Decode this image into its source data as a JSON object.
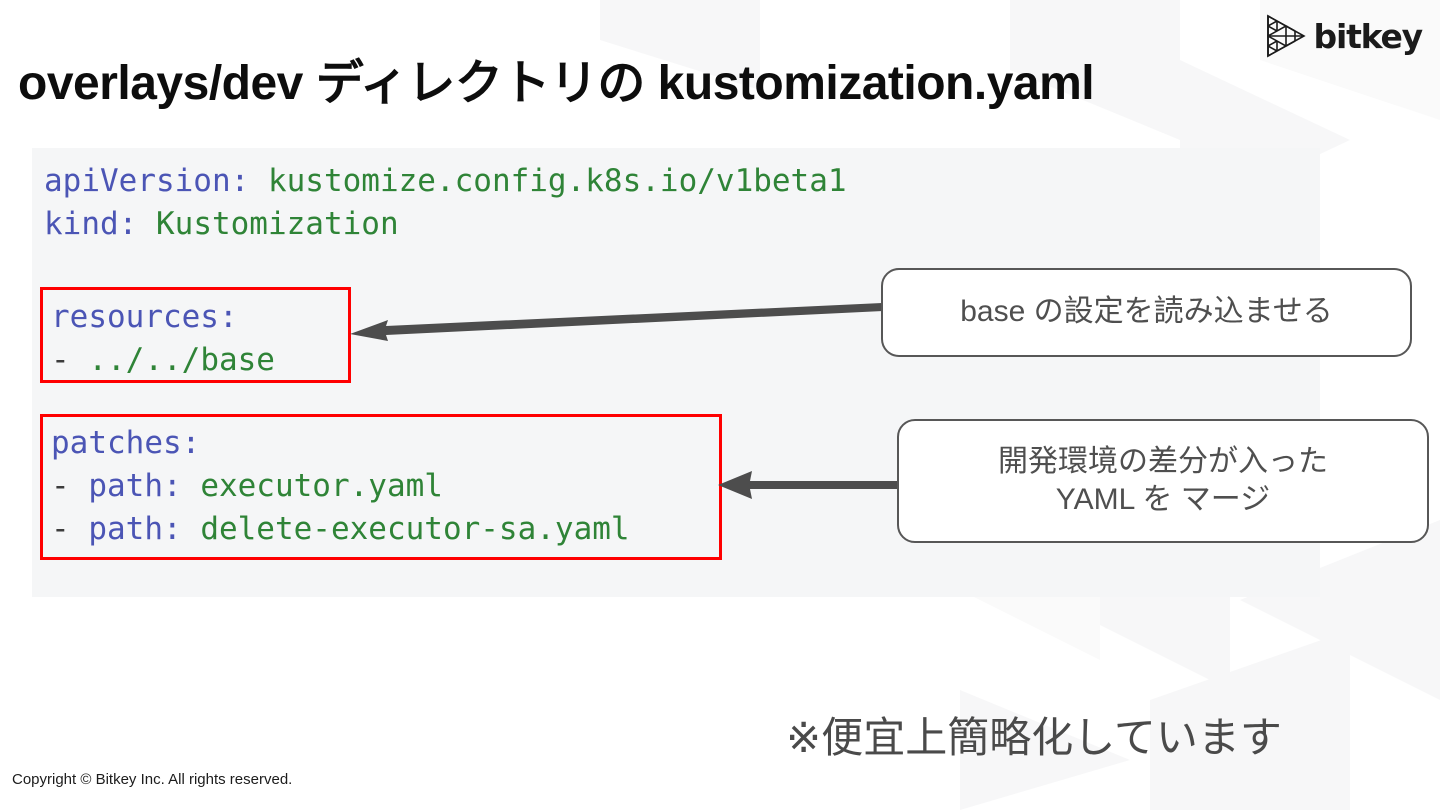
{
  "brand": {
    "logo_mark": "bitkey-triangle-lattice-icon",
    "wordmark": "bitkey"
  },
  "title": "overlays/dev ディレクトリの kustomization.yaml",
  "code": {
    "language": "yaml",
    "line1_key": "apiVersion:",
    "line1_value": " kustomize.config.k8s.io/v1beta1",
    "line2_key": "kind:",
    "line2_value": " Kustomization",
    "resources": {
      "key": "resources:",
      "dash": "-",
      "value": " ../../base"
    },
    "patches": {
      "key": "patches:",
      "items": [
        {
          "dash": "-",
          "key": " path:",
          "value": " executor.yaml"
        },
        {
          "dash": "-",
          "key": " path:",
          "value": " delete-executor-sa.yaml"
        }
      ]
    },
    "colors": {
      "background": "#f5f6f7",
      "key": "#4b55b5",
      "value": "#2f8437",
      "dash": "#3c3c3c",
      "highlight_border": "#ff0000"
    }
  },
  "callouts": [
    {
      "id": "base",
      "lines": [
        "base の設定を読み込ませる"
      ],
      "border_color": "#575757",
      "text_color": "#4f4f4f"
    },
    {
      "id": "merge",
      "lines": [
        "開発環境の差分が入った",
        "YAML を マージ"
      ],
      "border_color": "#575757",
      "text_color": "#4f4f4f"
    }
  ],
  "arrows": [
    {
      "id": "arrow-to-resources",
      "direction": "left",
      "color": "#4d4d4d"
    },
    {
      "id": "arrow-to-patches",
      "direction": "left",
      "color": "#4d4d4d"
    }
  ],
  "footnote": "※便宜上簡略化しています",
  "copyright": "Copyright © Bitkey Inc. All rights reserved."
}
